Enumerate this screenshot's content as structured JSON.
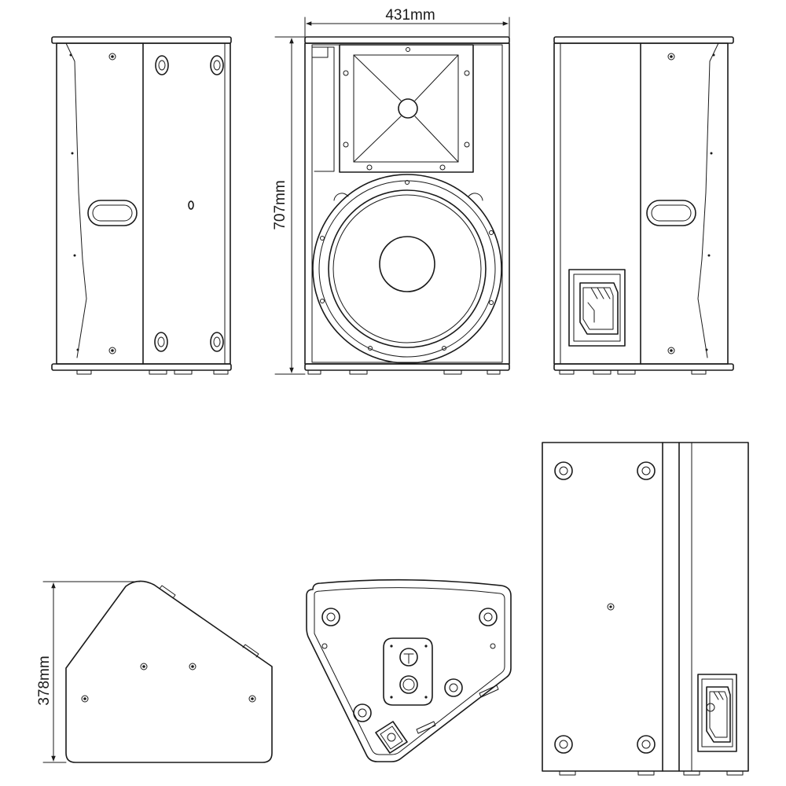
{
  "dimensions": {
    "width": "431mm",
    "height": "707mm",
    "depth": "378mm"
  }
}
